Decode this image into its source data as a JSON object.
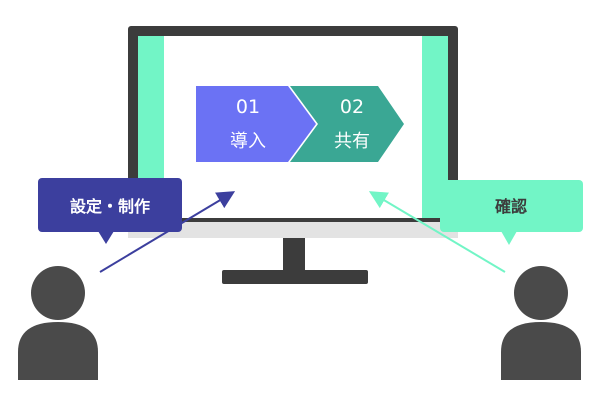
{
  "steps": [
    {
      "number": "01",
      "label": "導入",
      "color": "#6b72f4"
    },
    {
      "number": "02",
      "label": "共有",
      "color": "#3aa794"
    }
  ],
  "bubbles": {
    "left": {
      "text": "設定・制作",
      "color": "#3c3f9e"
    },
    "right": {
      "text": "確認",
      "color": "#72f5c6"
    }
  },
  "colors": {
    "monitor_frame": "#3c3c3c",
    "monitor_side_bars": "#72f5c6",
    "monitor_chin": "#e3e3e3",
    "person": "#4a4a4a",
    "arrow_left": "#3c3f9e",
    "arrow_right": "#72f5c6"
  }
}
